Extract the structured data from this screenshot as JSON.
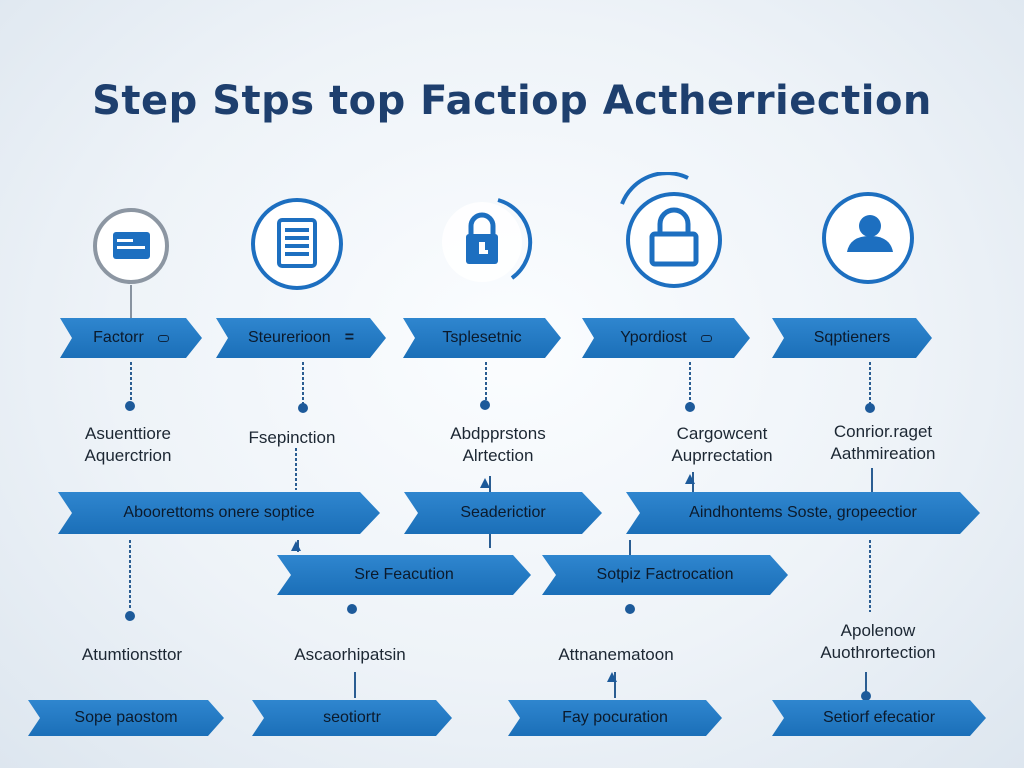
{
  "title": "Step Stps top Factiop Actherriection",
  "colors": {
    "arrow": "#1b6fb8",
    "title": "#1e3f6e",
    "icon": "#1d6fc0",
    "line": "#2a5d92"
  },
  "row1": [
    "Factorr",
    "Steurerioon",
    "Tsplesetnic",
    "Ypordiost",
    "Sqptieners"
  ],
  "labels1": [
    [
      "Asuenttiore",
      "Aquerctrion"
    ],
    [
      "Fsepinction"
    ],
    [
      "Abdpprstons",
      "Alrtection"
    ],
    [
      "Cargowcent",
      "Auprrectation"
    ],
    [
      "Conrior.raget",
      "Aathmireation"
    ]
  ],
  "row2": [
    "Aboorettoms onere soptice",
    "Seaderictior",
    "Aindhontems Soste, gropeectior"
  ],
  "row3": [
    "Sre Feacution",
    "Sotpiz Factrocation"
  ],
  "labels2": [
    "Atumtionsttor",
    "Ascaorhipatsin",
    "Attnanematoon",
    [
      "Apolenow",
      "Auothrortection"
    ]
  ],
  "row4": [
    "Sope paostom",
    "seotiortr",
    "Fay pocuration",
    "Setiorf efecatior"
  ],
  "icons": [
    "card-icon",
    "document-icon",
    "padlock-icon",
    "lock-icon",
    "user-icon"
  ]
}
